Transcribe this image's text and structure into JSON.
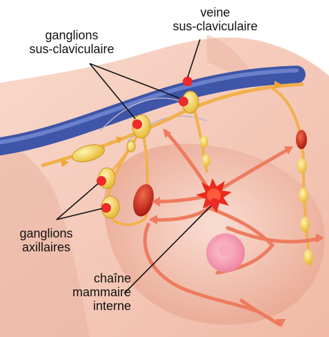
{
  "labels": {
    "veine": [
      "veine",
      "sus-claviculaire"
    ],
    "ganglions_sus_claviculaire": [
      "ganglions",
      "sus-claviculaire"
    ],
    "ganglions_axillaires": [
      "ganglions",
      "axillaires"
    ],
    "chaine_mammaire_interne": [
      "chaîne",
      "mammaire",
      "interne"
    ]
  },
  "colors": {
    "skin": "#f6cfc0",
    "skin_shadow": "#e9a894",
    "vein": "#4a64b8",
    "lymph_vessel": "#f2b04a",
    "lymph_node": "#f3d24a",
    "marker": "#ee2a2a",
    "tumor": "#e8251c",
    "flow_arrow": "#ee7b5e",
    "nipple": "#f29bb0"
  }
}
